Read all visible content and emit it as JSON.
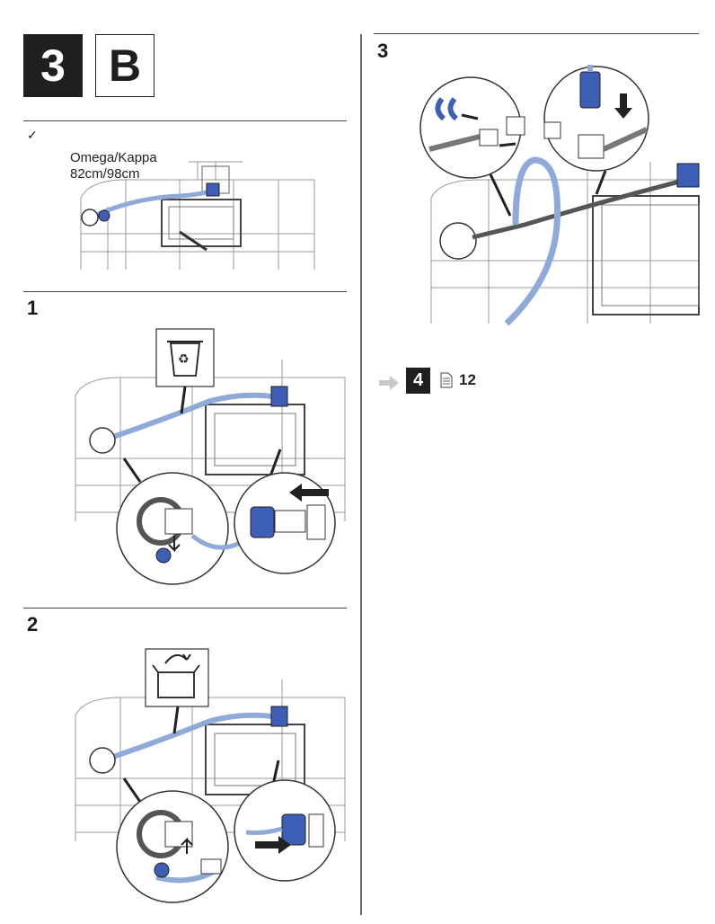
{
  "header": {
    "step_group": "3",
    "variant": "B"
  },
  "prereq": {
    "check": "✓",
    "line1": "Omega/Kappa",
    "line2": "82cm/98cm"
  },
  "steps": [
    {
      "number": "1"
    },
    {
      "number": "2"
    },
    {
      "number": "3"
    }
  ],
  "next": {
    "arrow_icon": "arrow-right-icon",
    "target_step": "4",
    "page_icon": "document-page-icon",
    "page": "12"
  },
  "colors": {
    "hose_blue": "#8fa9d8",
    "fitting_blue": "#3d5fb5",
    "badge_dark": "#1f1f1f",
    "line_gray": "#9a9a9a"
  }
}
